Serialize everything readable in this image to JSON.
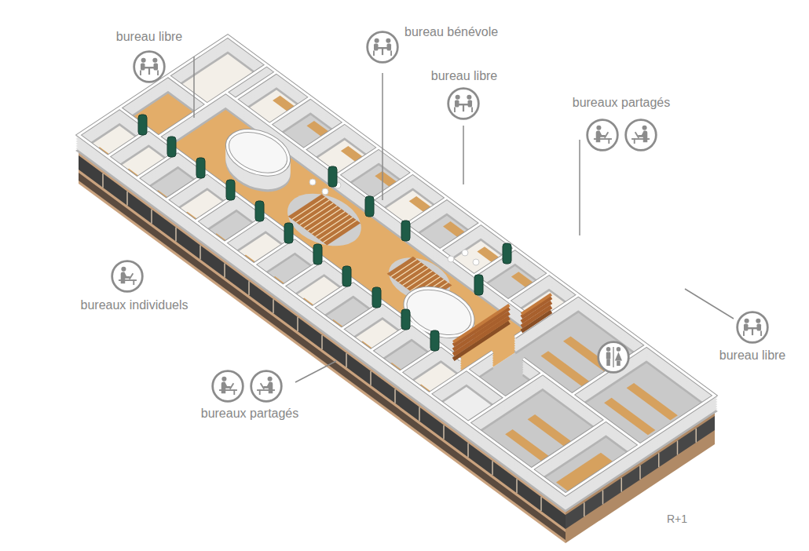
{
  "diagram": {
    "labels": [
      "bureau libre",
      "bureau bénévole",
      "bureau libre",
      "bureaux partagés",
      "bureaux individuels",
      "bureau libre",
      "bureaux partagés",
      "R+1"
    ]
  }
}
